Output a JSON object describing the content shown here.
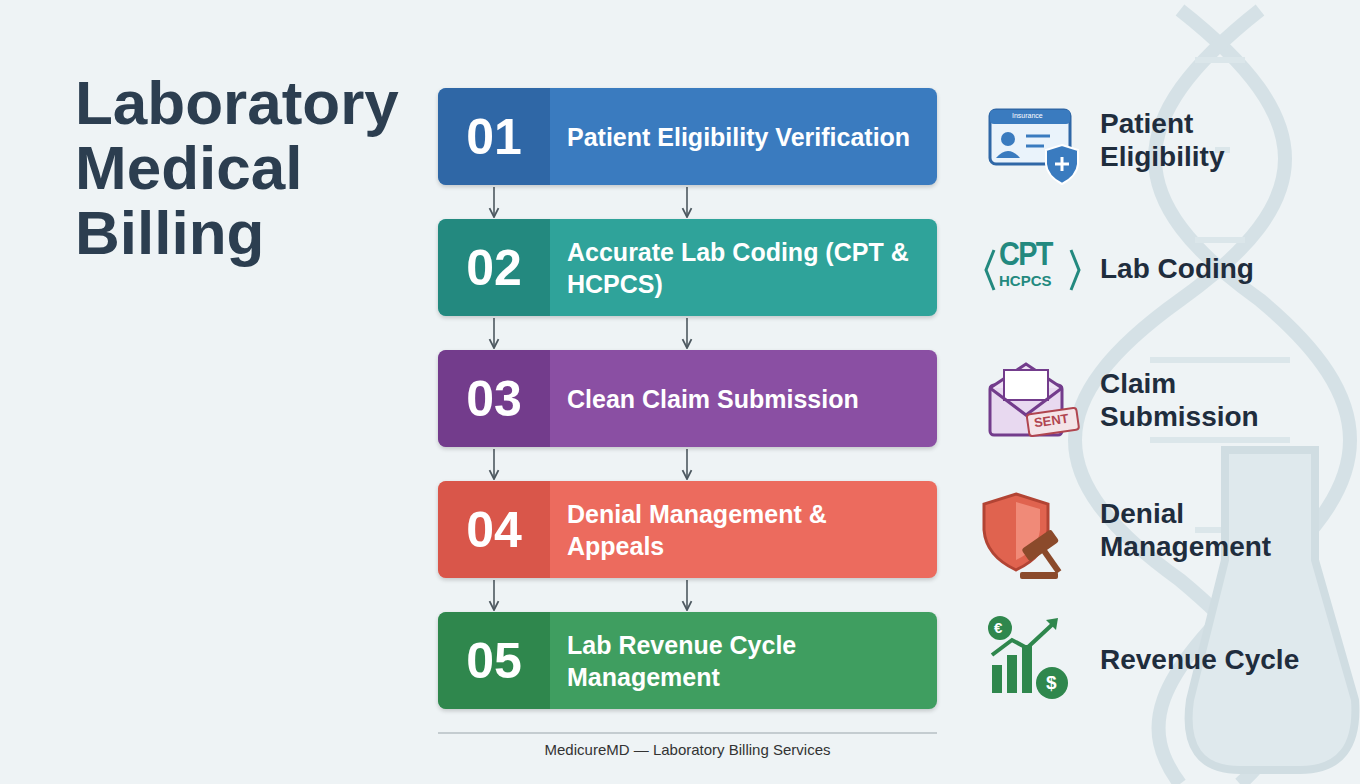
{
  "diagram": {
    "title": "Laboratory Medical Billing",
    "caption": "MedicureMD — Laboratory Billing Services",
    "nodes": [
      {
        "text": [
          "01",
          "Patient Eligibility Verification"
        ]
      },
      {
        "text": [
          "02",
          "Accurate Lab Coding (CPT & HCPCS)"
        ]
      },
      {
        "text": [
          "03",
          "Clean Claim Submission"
        ]
      },
      {
        "text": [
          "04",
          "Denial Management & Appeals"
        ]
      },
      {
        "text": [
          "05",
          "Lab Revenue Cycle Management"
        ]
      }
    ],
    "edges": [
      {
        "from": 0,
        "to": 1,
        "arrow": "to"
      },
      {
        "from": 0,
        "to": 1,
        "arrow": "to"
      },
      {
        "from": 1,
        "to": 2,
        "arrow": "to"
      },
      {
        "from": 1,
        "to": 2,
        "arrow": "to"
      },
      {
        "from": 2,
        "to": 3,
        "arrow": "to"
      },
      {
        "from": 2,
        "to": 3,
        "arrow": "to"
      },
      {
        "from": 3,
        "to": 4,
        "arrow": "to"
      },
      {
        "from": 3,
        "to": 4,
        "arrow": "to"
      }
    ],
    "labels": [
      "Insurance",
      "Patient Eligibility",
      "CPT",
      "HCPCS",
      "Lab Coding",
      "SENT",
      "Claim Submission",
      "Denial Management",
      "€",
      "$",
      "Revenue Cycle"
    ]
  }
}
